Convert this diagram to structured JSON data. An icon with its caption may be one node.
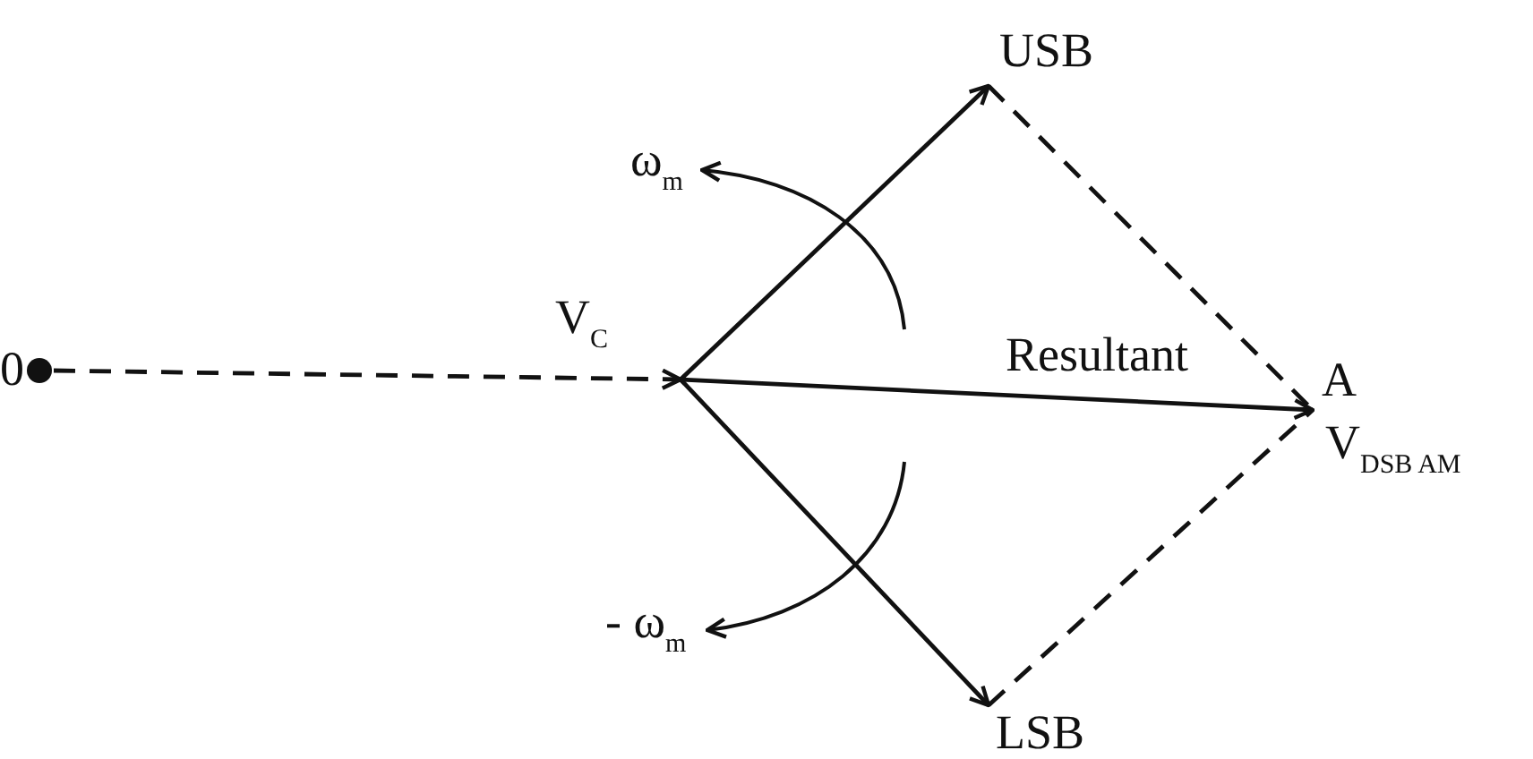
{
  "diagram": {
    "nodes": [
      {
        "text": [],
        "shape": "circle",
        "beside": [
          "0"
        ]
      },
      {
        "text": [
          "V$_{C}$"
        ]
      },
      {
        "text": [
          "USB"
        ]
      },
      {
        "text": [
          "LSB"
        ]
      },
      {
        "text": [
          "A",
          "V$_{DSB AM}$"
        ]
      }
    ],
    "edges": [
      {
        "from": 0,
        "to": 1,
        "arrow": "to",
        "style": "dashed"
      },
      {
        "from": 1,
        "to": 2,
        "arrow": "to"
      },
      {
        "from": 1,
        "to": 3,
        "arrow": "to"
      },
      {
        "from": 1,
        "to": 4,
        "arrow": "to",
        "label": "Resultant"
      },
      {
        "from": 2,
        "to": 4,
        "arrow": "none",
        "style": "dashed"
      },
      {
        "from": 3,
        "to": 4,
        "arrow": "none",
        "style": "dashed"
      }
    ],
    "labels": [
      "ω$_{m}$",
      "- ω$_{m}$"
    ]
  }
}
